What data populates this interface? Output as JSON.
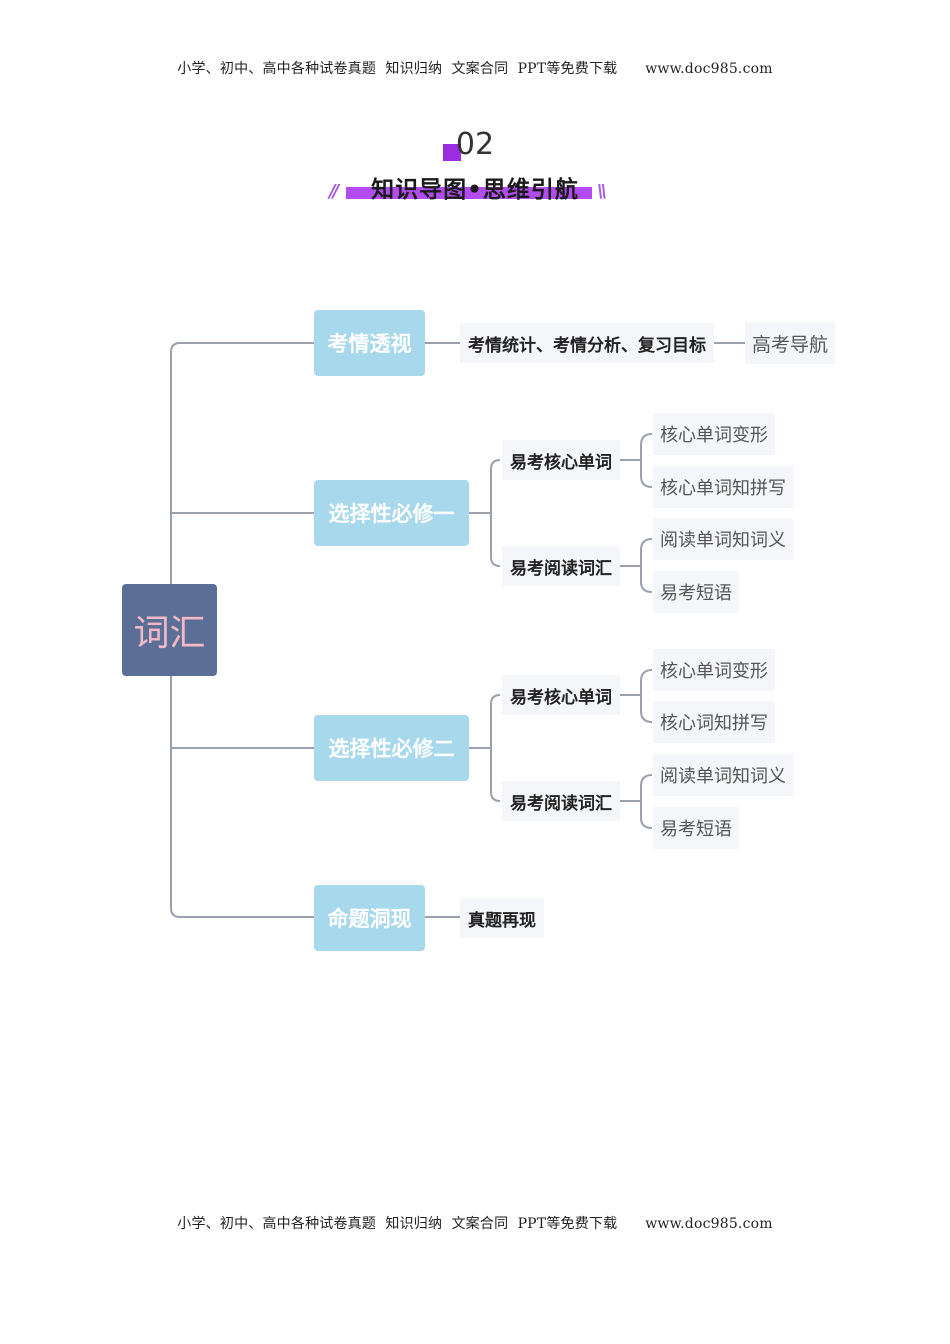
{
  "header_text": "小学、初中、高中各种试卷真题  知识归纳  文案合同  PPT等免费下载      www.doc985.com",
  "footer_text": "小学、初中、高中各种试卷真题  知识归纳  文案合同  PPT等免费下载      www.doc985.com",
  "section": {
    "number": "02",
    "title": "知识导图•思维引航",
    "left_deco": "//",
    "right_deco": "\\\\"
  },
  "mindmap": {
    "root": "词汇",
    "branch1": {
      "label": "考情透视",
      "child": "考情统计、考情分析、复习目标",
      "leaf": "高考导航"
    },
    "branch2": {
      "label": "选择性必修一",
      "sub1": {
        "label": "易考核心单词",
        "leaves": [
          "核心单词变形",
          "核心单词知拼写"
        ]
      },
      "sub2": {
        "label": "易考阅读词汇",
        "leaves": [
          "阅读单词知词义",
          "易考短语"
        ]
      }
    },
    "branch3": {
      "label": "选择性必修二",
      "sub1": {
        "label": "易考核心单词",
        "leaves": [
          "核心单词变形",
          "核心词知拼写"
        ]
      },
      "sub2": {
        "label": "易考阅读词汇",
        "leaves": [
          "阅读单词知词义",
          "易考短语"
        ]
      }
    },
    "branch4": {
      "label": "命题洞现",
      "child": "真题再现"
    }
  },
  "colors": {
    "root_bg": "#5a6e96",
    "root_text": "#f3b9c6",
    "branch_bg": "#a8d8ec",
    "node_bg": "#f4f6f9",
    "connector": "#9aa0ad",
    "accent": "#b24cf0"
  }
}
